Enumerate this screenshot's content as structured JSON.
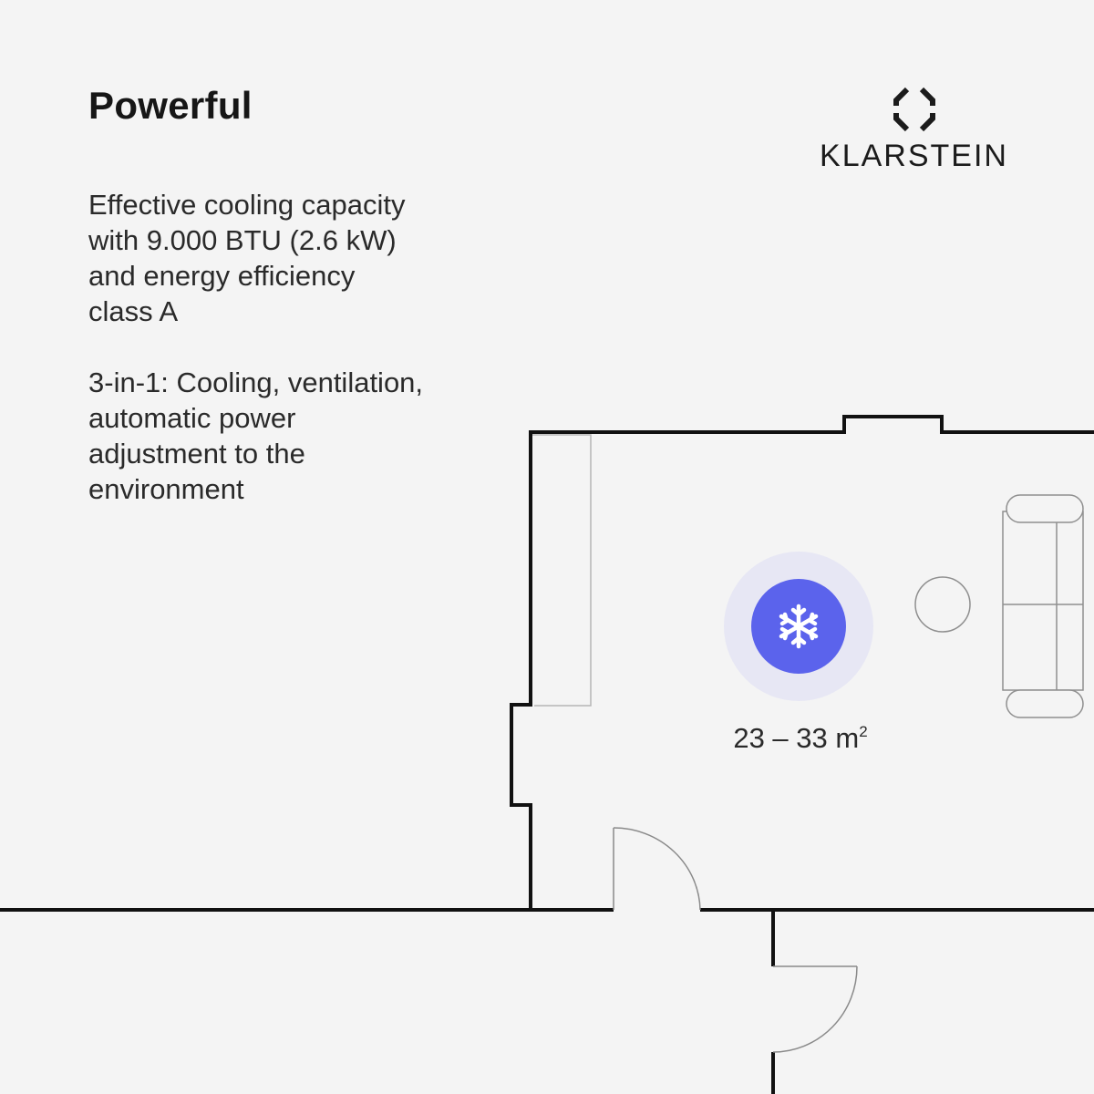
{
  "headline": "Powerful",
  "paragraphs": [
    "Effective cooling capacity\nwith 9.000 BTU (2.6 kW)\nand energy efficiency\nclass A",
    "3-in-1: Cooling, ventilation,\nautomatic power\nadjustment to the\nenvironment"
  ],
  "brand": {
    "name": "KLARSTEIN",
    "logo_icon": "octagon-diamond-logo-icon"
  },
  "coverage": {
    "range_text": "23 – 33 m",
    "unit_superscript": "2",
    "icon": "snowflake-icon",
    "colors": {
      "core": "#5b63ec",
      "halo": "#e7e7f4",
      "icon": "#ffffff"
    }
  },
  "floorplan": {
    "wall_color": "#111111",
    "furniture_color": "#9a9a9a",
    "background": "#f4f4f4",
    "furniture": [
      "round-table",
      "sofa"
    ],
    "doors": [
      "main-door",
      "side-door"
    ]
  }
}
